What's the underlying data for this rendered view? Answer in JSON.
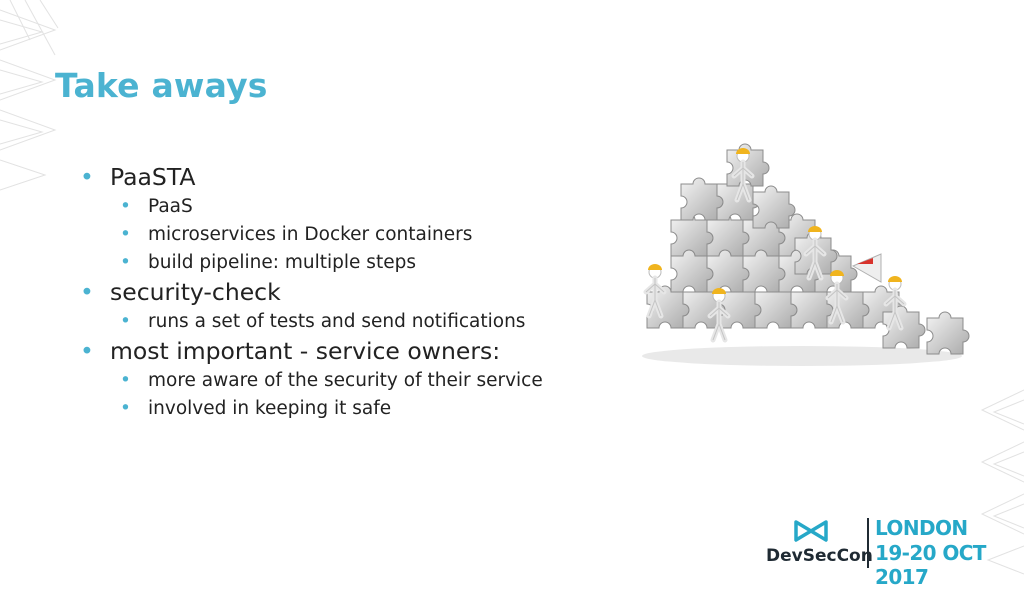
{
  "slide": {
    "title": "Take aways",
    "bullets": [
      {
        "text": "PaaSTA",
        "children": [
          "PaaS",
          "microservices in Docker containers",
          "build pipeline: multiple steps"
        ]
      },
      {
        "text": "security-check",
        "children": [
          "runs a set of tests and send notifications"
        ]
      },
      {
        "text": "most important - service owners:",
        "children": [
          "more aware of the security of their service",
          "involved in keeping it safe"
        ]
      }
    ]
  },
  "branding": {
    "name": "DevSecCon",
    "city": "LONDON",
    "dates": "19-20 OCT 2017"
  },
  "colors": {
    "accent": "#4bb3d1",
    "text": "#222222",
    "logo_dark": "#1f2a33"
  },
  "illustration": {
    "icon": "puzzle-team-icon"
  }
}
